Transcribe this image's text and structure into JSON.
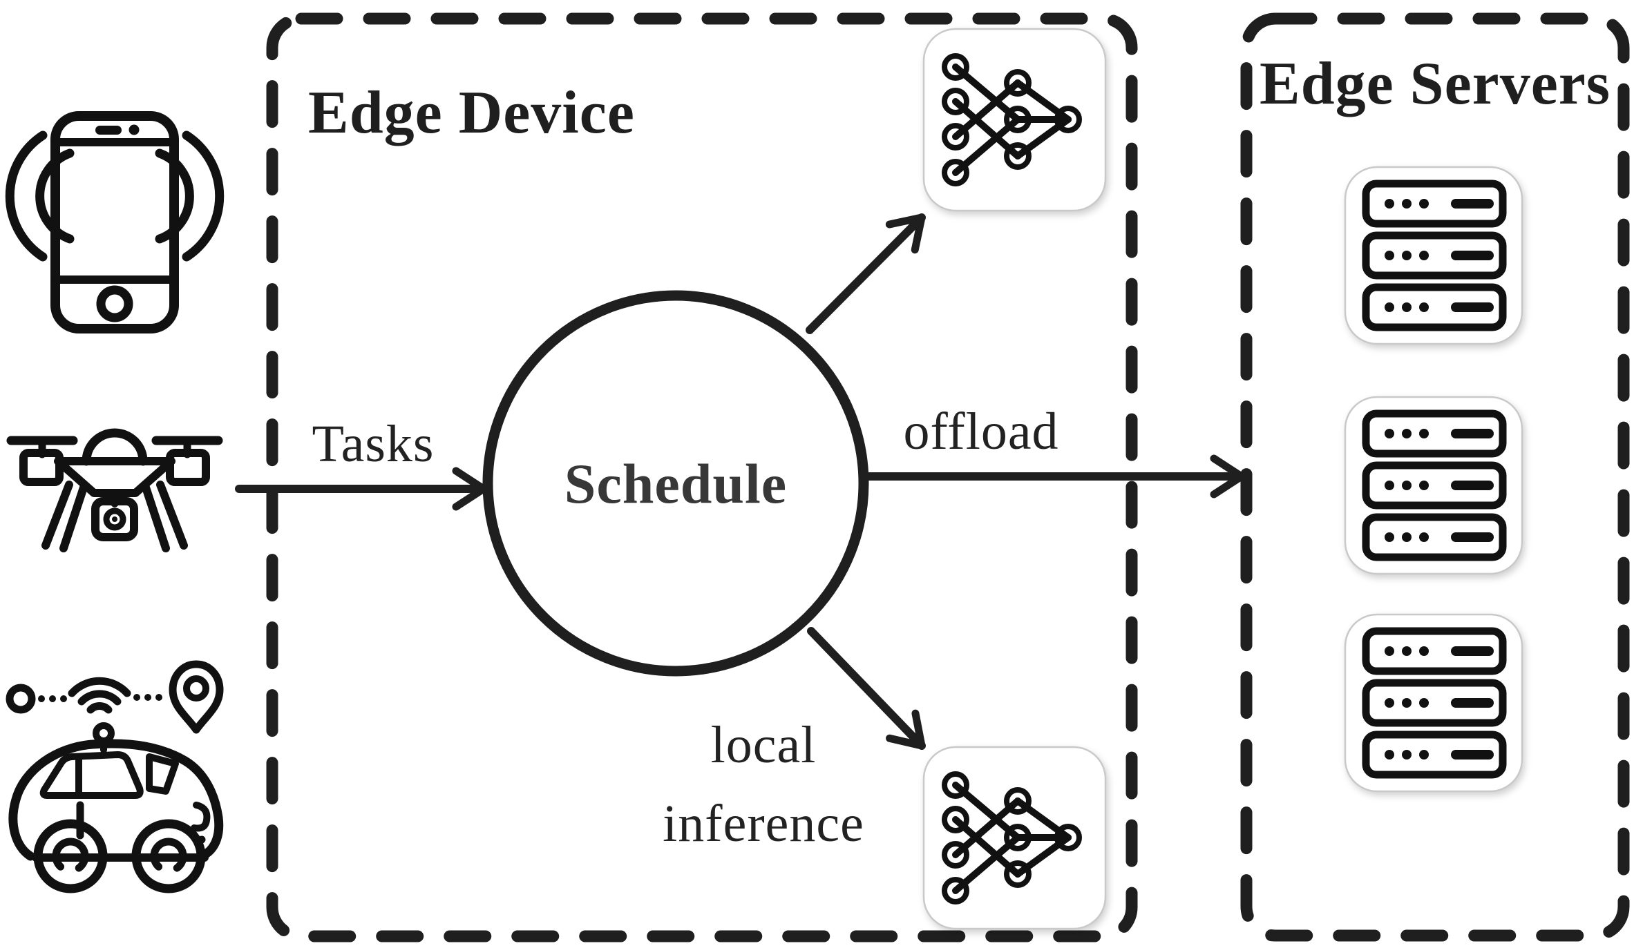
{
  "figure": {
    "left_devices": {
      "icons": [
        "smartphone-icon",
        "drone-icon",
        "autonomous-car-icon"
      ]
    },
    "edge_device_box": {
      "title": "Edge Device",
      "schedule_label": "Schedule",
      "icons": [
        "neural-network-icon",
        "neural-network-icon"
      ]
    },
    "edge_servers_box": {
      "title": "Edge Servers",
      "icons": [
        "server-rack-icon",
        "server-rack-icon",
        "server-rack-icon"
      ]
    },
    "labels": {
      "tasks": "Tasks",
      "offload": "offload",
      "local_inference_line1": "local",
      "local_inference_line2": "inference"
    },
    "colors": {
      "background": "#ffffff",
      "line": "#1f1f1f",
      "icon": "#111111",
      "schedule_text": "#383838",
      "label_text": "#222222",
      "card_border": "#c9c9c9"
    }
  }
}
